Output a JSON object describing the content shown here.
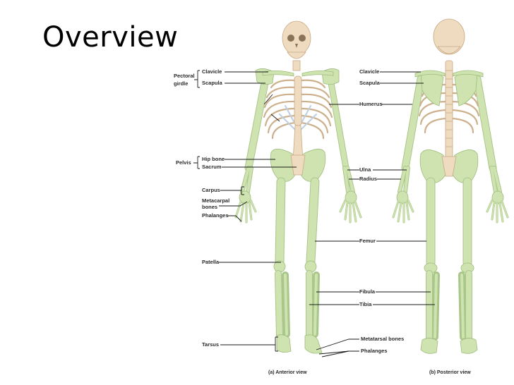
{
  "title": "Overview",
  "anterior": {
    "caption": "(a) Anterior view",
    "group_pectoral": [
      "Pectoral",
      "girdle"
    ],
    "group_pelvis": "Pelvis",
    "clavicle": "Clavicle",
    "scapula": "Scapula",
    "hip_bone": "Hip bone",
    "sacrum": "Sacrum",
    "carpus": "Carpus",
    "metacarpal": [
      "Metacarpal",
      "bones"
    ],
    "phalanges": "Phalanges",
    "patella": "Patella",
    "tarsus": "Tarsus"
  },
  "posterior": {
    "caption": "(b) Posterior view",
    "clavicle": "Clavicle",
    "scapula": "Scapula",
    "humerus": "Humerus",
    "ulna": "Ulna",
    "radius": "Radius",
    "femur": "Femur",
    "fibula": "Fibula",
    "tibia": "Tibia",
    "metatarsal": "Metatarsal bones",
    "phalanges": "Phalanges"
  },
  "colors": {
    "appendicular": "#cfe3b0",
    "axial": "#efdcc0",
    "cartilage": "#bcd0e6"
  }
}
